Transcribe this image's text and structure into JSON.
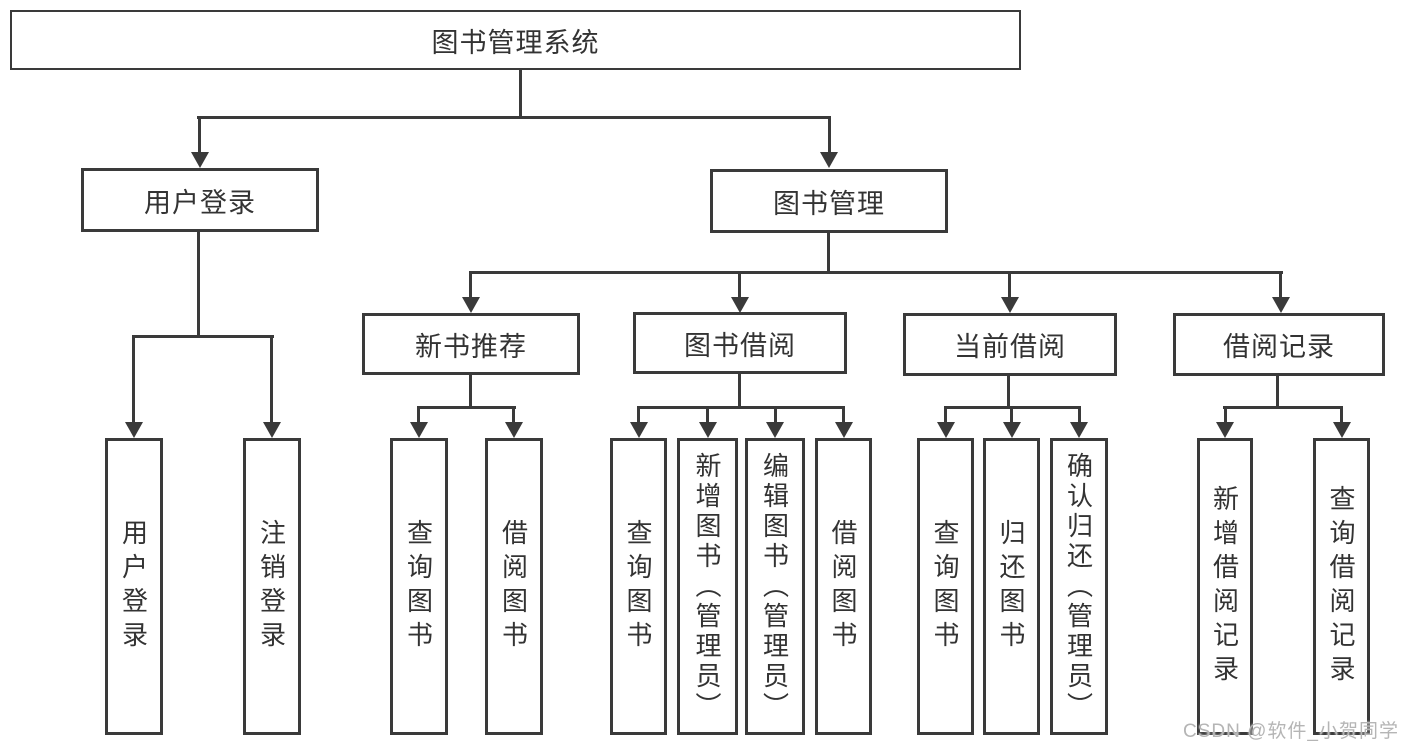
{
  "tree": {
    "root": {
      "label": "图书管理系统"
    },
    "branches": [
      {
        "label": "用户登录",
        "leaves": [
          {
            "label": "用户登录"
          },
          {
            "label": "注销登录"
          }
        ]
      },
      {
        "label": "图书管理",
        "sections": [
          {
            "label": "新书推荐",
            "leaves": [
              {
                "label": "查询图书"
              },
              {
                "label": "借阅图书"
              }
            ]
          },
          {
            "label": "图书借阅",
            "leaves": [
              {
                "label": "查询图书"
              },
              {
                "label": "新增图书（管理员）"
              },
              {
                "label": "编辑图书（管理员）"
              },
              {
                "label": "借阅图书"
              }
            ]
          },
          {
            "label": "当前借阅",
            "leaves": [
              {
                "label": "查询图书"
              },
              {
                "label": "归还图书"
              },
              {
                "label": "确认归还（管理员）"
              }
            ]
          },
          {
            "label": "借阅记录",
            "leaves": [
              {
                "label": "新增借阅记录"
              },
              {
                "label": "查询借阅记录"
              }
            ]
          }
        ]
      }
    ]
  },
  "watermark": {
    "text": "CSDN @软件_小贺同学"
  },
  "colors": {
    "line": "#3a3a3a",
    "text": "#333333",
    "watermark": "#b5b5b5"
  }
}
